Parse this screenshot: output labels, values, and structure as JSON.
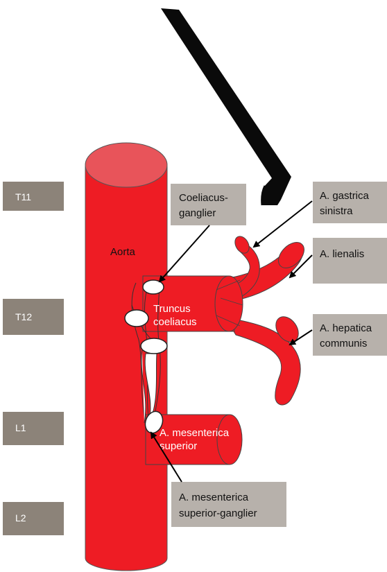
{
  "vertebra_labels": {
    "t11": "T11",
    "t12": "T12",
    "l1": "L1",
    "l2": "L2"
  },
  "vessel_labels": {
    "aorta": "Aorta",
    "truncus_line1": "Truncus",
    "truncus_line2": "coeliacus",
    "ams_line1": "A. mesenterica",
    "ams_line2": "superior"
  },
  "callouts": {
    "coeliacus_ganglier_line1": "Coeliacus-",
    "coeliacus_ganglier_line2": "ganglier",
    "gastrica_line1": "A. gastrica",
    "gastrica_line2": "sinistra",
    "lienalis": "A. lienalis",
    "hepatica_line1": "A. hepatica",
    "hepatica_line2": "communis",
    "ams_ganglier_line1": "A. mesenterica",
    "ams_ganglier_line2": "superior-ganglier"
  },
  "colors": {
    "vessel_red": "#ee1c24",
    "vessel_top": "#e8545a",
    "label_box_gray": "#b7b1ab",
    "vertebra_box": "#8c8379",
    "needle": "#0a0a0a"
  }
}
